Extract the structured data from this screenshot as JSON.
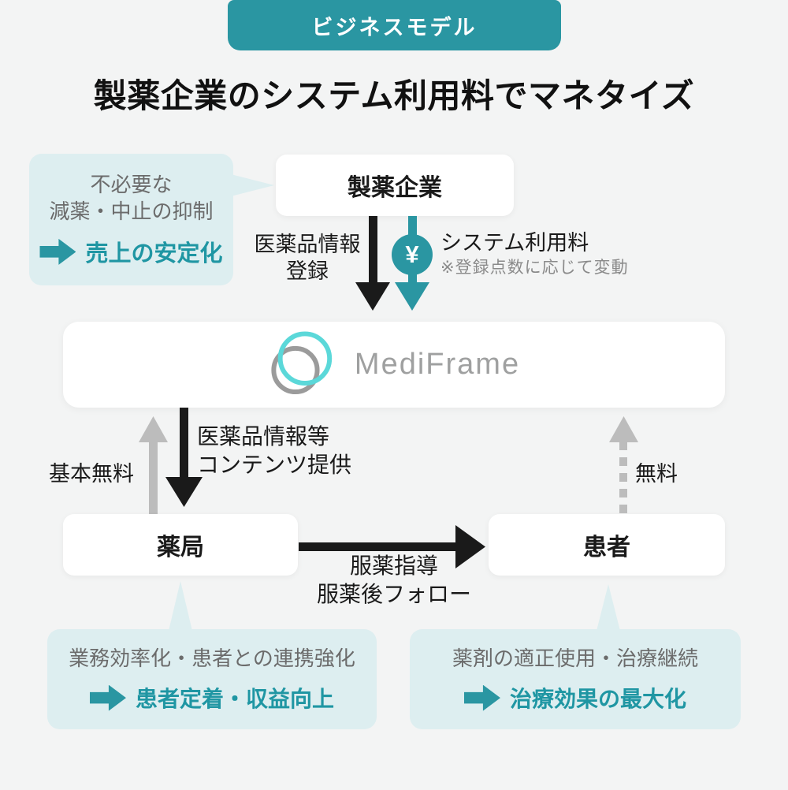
{
  "badge": {
    "label": "ビジネスモデル"
  },
  "title": "製薬企業のシステム利用料でマネタイズ",
  "nodes": {
    "pharma": {
      "label": "製薬企業"
    },
    "platform": {
      "logo_text": "MediFrame"
    },
    "pharmacy": {
      "label": "薬局"
    },
    "patient": {
      "label": "患者"
    }
  },
  "flows": {
    "registration": {
      "label": "医薬品情報\n登録"
    },
    "system_fee": {
      "label": "システム利用料",
      "note": "※登録点数に応じて変動",
      "yen_symbol": "¥"
    },
    "content_provision": {
      "label": "医薬品情報等\nコンテンツ提供"
    },
    "basic_free": {
      "label": "基本無料"
    },
    "medication_support": {
      "label": "服薬指導\n服薬後フォロー"
    },
    "free": {
      "label": "無料"
    }
  },
  "callouts": {
    "pharma": {
      "text": "不必要な\n減薬・中止の抑制",
      "result": "売上の安定化"
    },
    "pharmacy": {
      "text": "業務効率化・患者との連携強化",
      "result": "患者定着・収益向上"
    },
    "patient": {
      "text": "薬剤の適正使用・治療継続",
      "result": "治療効果の最大化"
    }
  },
  "colors": {
    "accent_teal": "#2a96a2",
    "teal_text": "#1f96a3",
    "callout_bg": "#ddeef0",
    "background": "#f3f4f4",
    "logo_teal": "#5bd8d9",
    "logo_gray": "#9b9b9b",
    "arrow_gray": "#bcbcbc",
    "text_black": "#1a1a1a",
    "text_gray": "#6b6b6b"
  }
}
